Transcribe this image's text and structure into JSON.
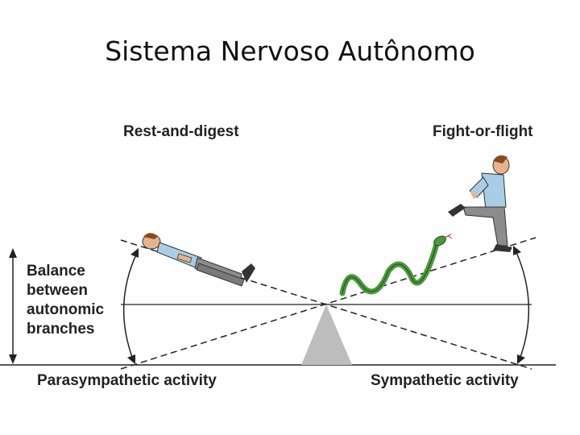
{
  "slide": {
    "title": "Sistema Nervoso Autônomo"
  },
  "diagram": {
    "rest_label": "Rest-and-digest",
    "fight_label": "Fight-or-flight",
    "balance_label": "Balance between autonomic branches",
    "parasympathetic_label": "Parasympathetic activity",
    "sympathetic_label": "Sympathetic activity",
    "colors": {
      "fulcrum": "#bdbdbd",
      "snake": "#4a9a3c",
      "shirt": "#a9cde6",
      "pants": "#8c8c8c",
      "skin": "#e6b48a",
      "hair": "#8a4a1e"
    }
  }
}
